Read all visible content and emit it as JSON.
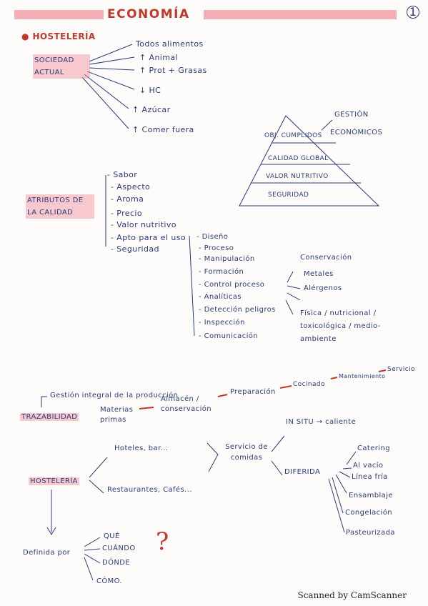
{
  "title": "ECONOMÍA",
  "page_number": "1",
  "section1": {
    "bullet_title": "HOSTELERÍA",
    "root": "SOCIEDAD ACTUAL",
    "items": [
      "Todos alimentos",
      "↑ Animal",
      "↑ Prot + Grasas",
      "↓ HC",
      "↑ Azúcar",
      "↑ Comer fuera"
    ]
  },
  "pyramid": {
    "levels": [
      "OBJ. CUMPLIDOS",
      "CALIDAD GLOBAL",
      "VALOR NUTRITIVO",
      "SEGURIDAD"
    ],
    "side_label_1": "GESTIÓN",
    "side_label_2": "ECONÓMICOS"
  },
  "attributes": {
    "root": "ATRIBUTOS DE LA CALIDAD",
    "items": [
      "- Sabor",
      "- Aspecto",
      "- Aroma",
      "- Precio",
      "- Valor nutritivo",
      "- Apto para el uso",
      "- Seguridad"
    ],
    "seguridad_items": [
      "- Diseño",
      "- Proceso",
      "- Manipulación",
      "- Formación",
      "- Control proceso",
      "- Analíticas",
      "- Detección peligros",
      "- Inspección",
      "- Comunicación"
    ],
    "control_items": [
      "Conservación",
      "Metales",
      "Alérgenos"
    ],
    "deteccion_text": "Física / nutricional / toxicológica / medio-ambiente"
  },
  "traceability": {
    "gestion": "Gestión integral de la producción",
    "root": "TRAZABILIDAD",
    "steps": [
      "Materias primas",
      "Almacén / conservación",
      "Preparación",
      "Cocinado",
      "Mantenimiento",
      "Servicio"
    ]
  },
  "hosteleria": {
    "root": "HOSTELERÍA",
    "branch1": "Hoteles, bar...",
    "branch2": "Restaurantes, Cafés...",
    "service": "Servicio de comidas",
    "in_situ": "IN SITU → caliente",
    "diferida": "DIFERIDA",
    "diferida_items": [
      "Catering",
      "Al vacío",
      "Línea fría",
      "Ensamblaje",
      "Congelación",
      "Pasteurizada"
    ],
    "definida": "Definida por",
    "questions": [
      "QUÉ",
      "CUÁNDO",
      "DÓNDE",
      "CÓMO."
    ]
  },
  "footer": "Scanned by CamScanner"
}
